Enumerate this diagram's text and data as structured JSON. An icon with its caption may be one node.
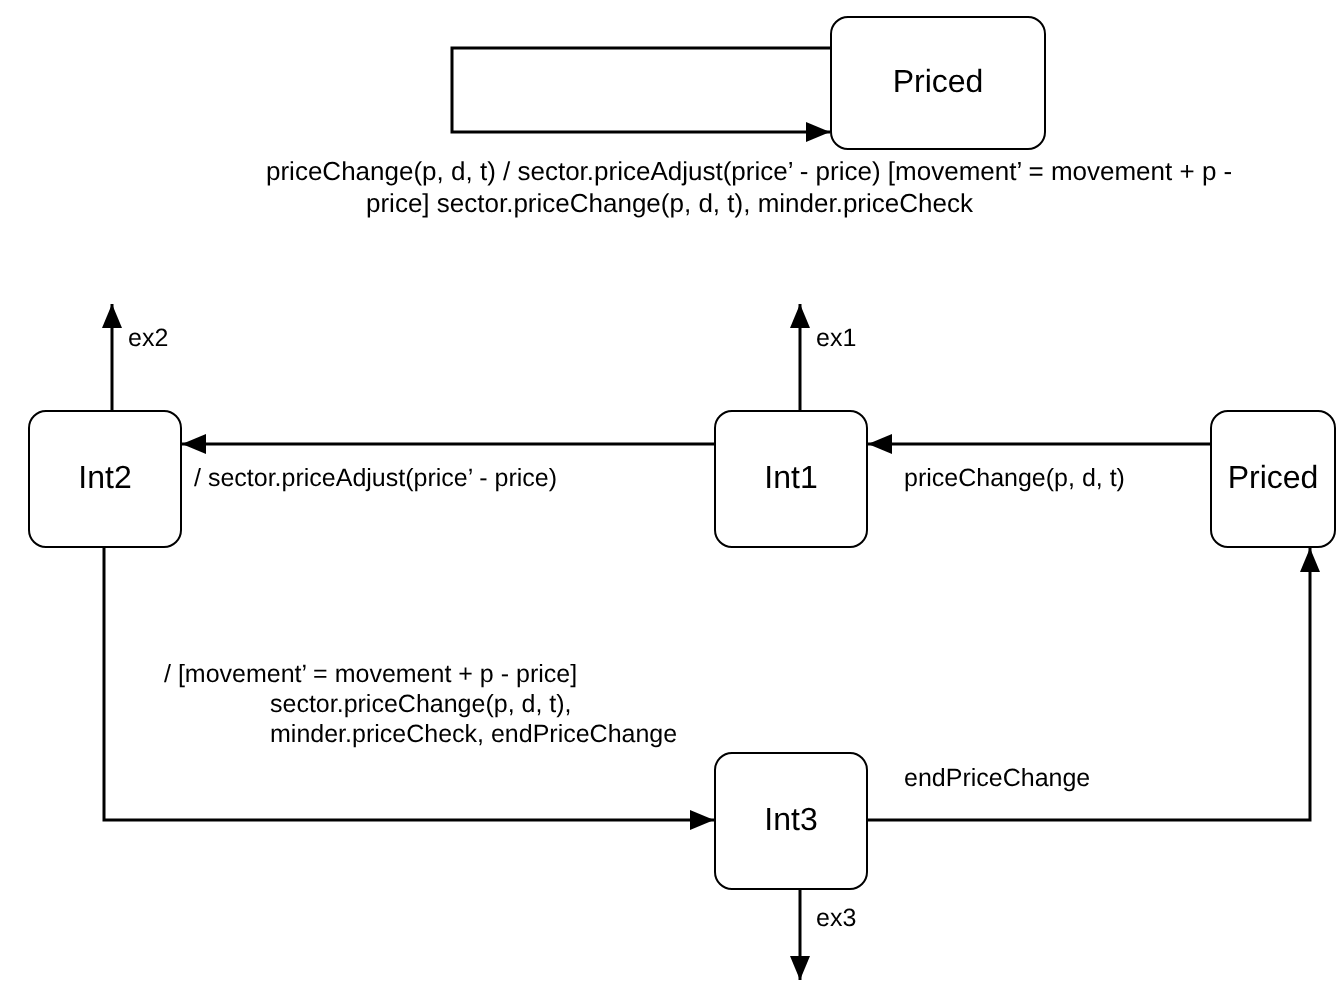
{
  "diagram": {
    "nodes": [
      {
        "text": [
          "Priced"
        ]
      },
      {
        "text": [
          "Int2"
        ]
      },
      {
        "text": [
          "Int1"
        ]
      },
      {
        "text": [
          "Priced"
        ]
      },
      {
        "text": [
          "Int3"
        ]
      }
    ],
    "edges": [
      {
        "from": 0,
        "to": 0,
        "arrow": "to",
        "label": "priceChange(p, d, t) / sector.priceAdjust(price’ - price) [movement’ = movement + p - price] sector.priceChange(p, d, t), minder.priceCheck"
      },
      {
        "from": 3,
        "to": 2,
        "arrow": "to",
        "label": "priceChange(p, d, t)"
      },
      {
        "from": 2,
        "to": 1,
        "arrow": "to",
        "label": "/ sector.priceAdjust(price’ - price)"
      },
      {
        "from": 1,
        "to": null,
        "arrow": "to",
        "label": "ex2"
      },
      {
        "from": 2,
        "to": null,
        "arrow": "to",
        "label": "ex1"
      },
      {
        "from": 1,
        "to": 4,
        "arrow": "to",
        "label": "/ [movement’ = movement + p - price] sector.priceChange(p, d, t), minder.priceCheck, endPriceChange"
      },
      {
        "from": 4,
        "to": 3,
        "arrow": "to",
        "label": "endPriceChange"
      },
      {
        "from": 4,
        "to": null,
        "arrow": "to",
        "label": "ex3"
      }
    ]
  }
}
